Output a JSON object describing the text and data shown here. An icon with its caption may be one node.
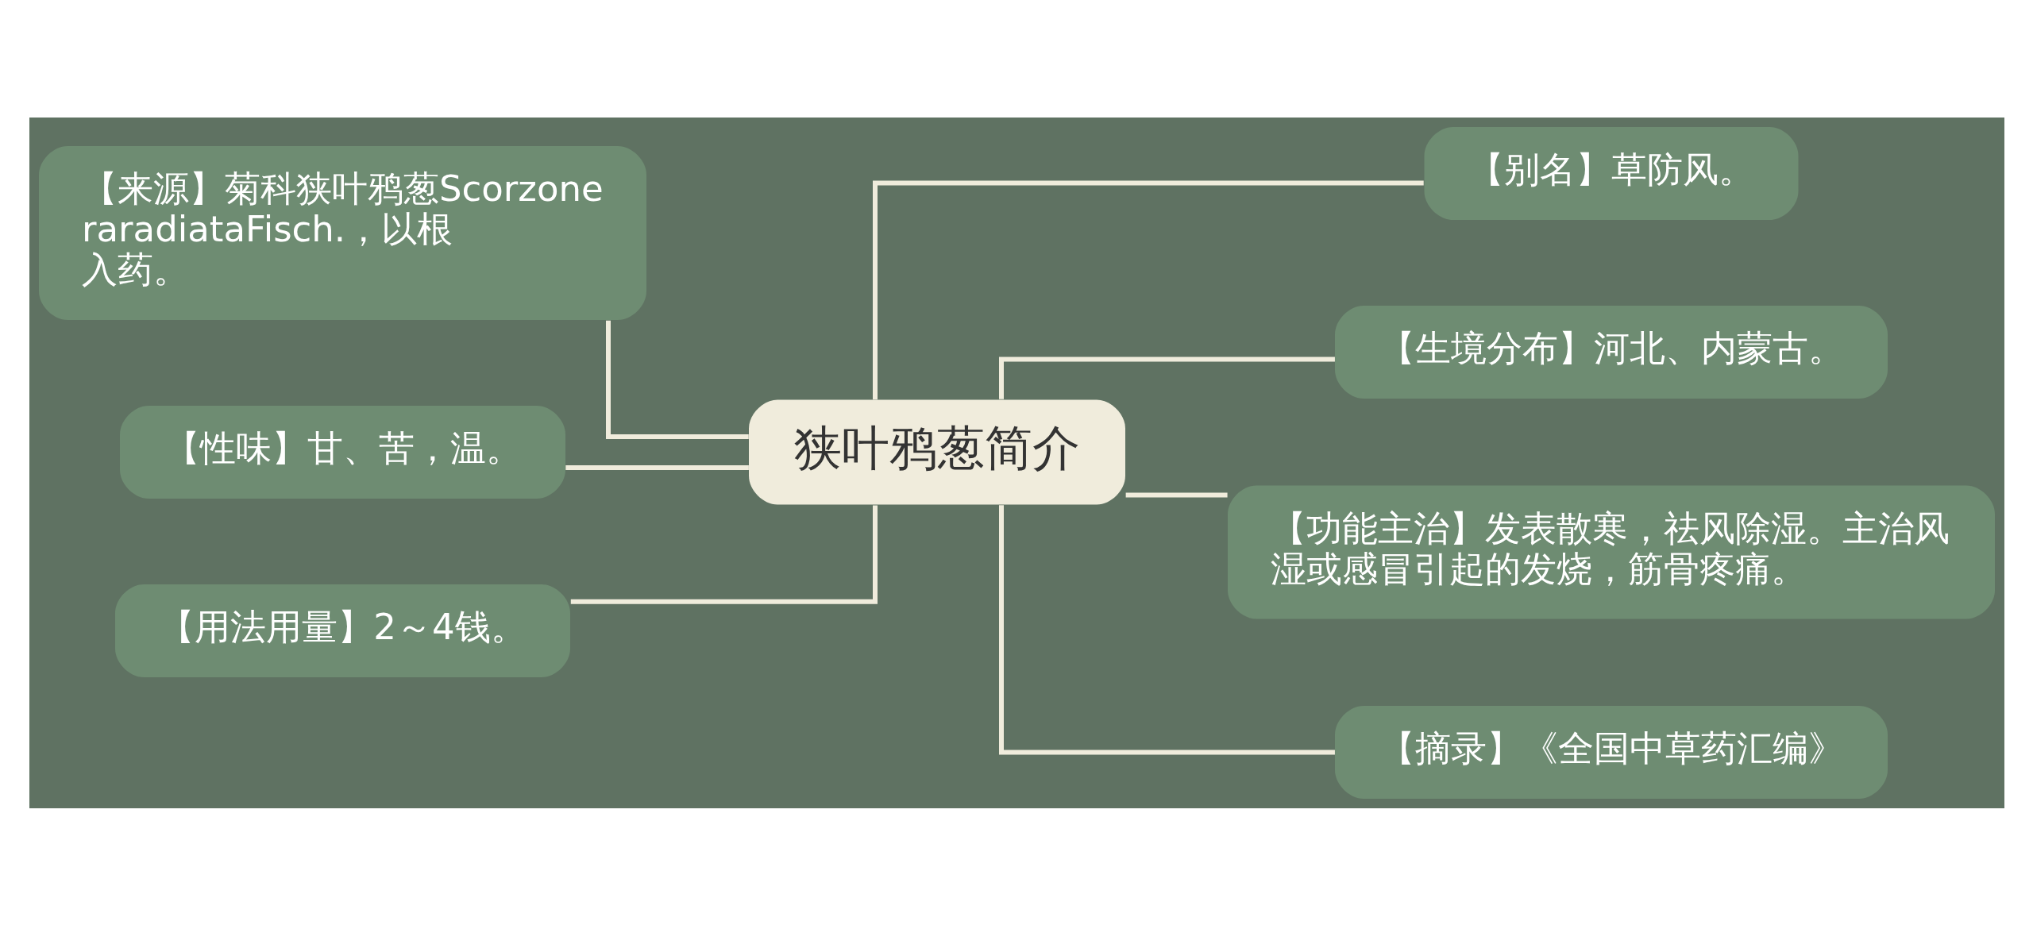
{
  "diagram": {
    "nodes": [
      {
        "text": [
          "狭叶鸦葱简介"
        ]
      },
      {
        "text": [
          "【来源】菊科狭叶鸦葱ScorzoneraradiataFisch.，以根入药。"
        ]
      },
      {
        "text": [
          "【性味】甘、苦，温。"
        ]
      },
      {
        "text": [
          "【用法用量】2～4钱。"
        ]
      },
      {
        "text": [
          "【别名】草防风。"
        ]
      },
      {
        "text": [
          "【生境分布】河北、内蒙古。"
        ]
      },
      {
        "text": [
          "【功能主治】发表散寒，祛风除湿。主治风湿或感冒引起的发烧，筋骨疼痛。"
        ]
      },
      {
        "text": [
          "【摘录】《全国中草药汇编》"
        ]
      }
    ],
    "edges": [
      {
        "from": 0,
        "to": 1,
        "arrow": "none"
      },
      {
        "from": 0,
        "to": 2,
        "arrow": "none"
      },
      {
        "from": 0,
        "to": 3,
        "arrow": "none"
      },
      {
        "from": 0,
        "to": 4,
        "arrow": "none"
      },
      {
        "from": 0,
        "to": 5,
        "arrow": "none"
      },
      {
        "from": 0,
        "to": 6,
        "arrow": "none"
      },
      {
        "from": 0,
        "to": 7,
        "arrow": "none"
      }
    ]
  }
}
